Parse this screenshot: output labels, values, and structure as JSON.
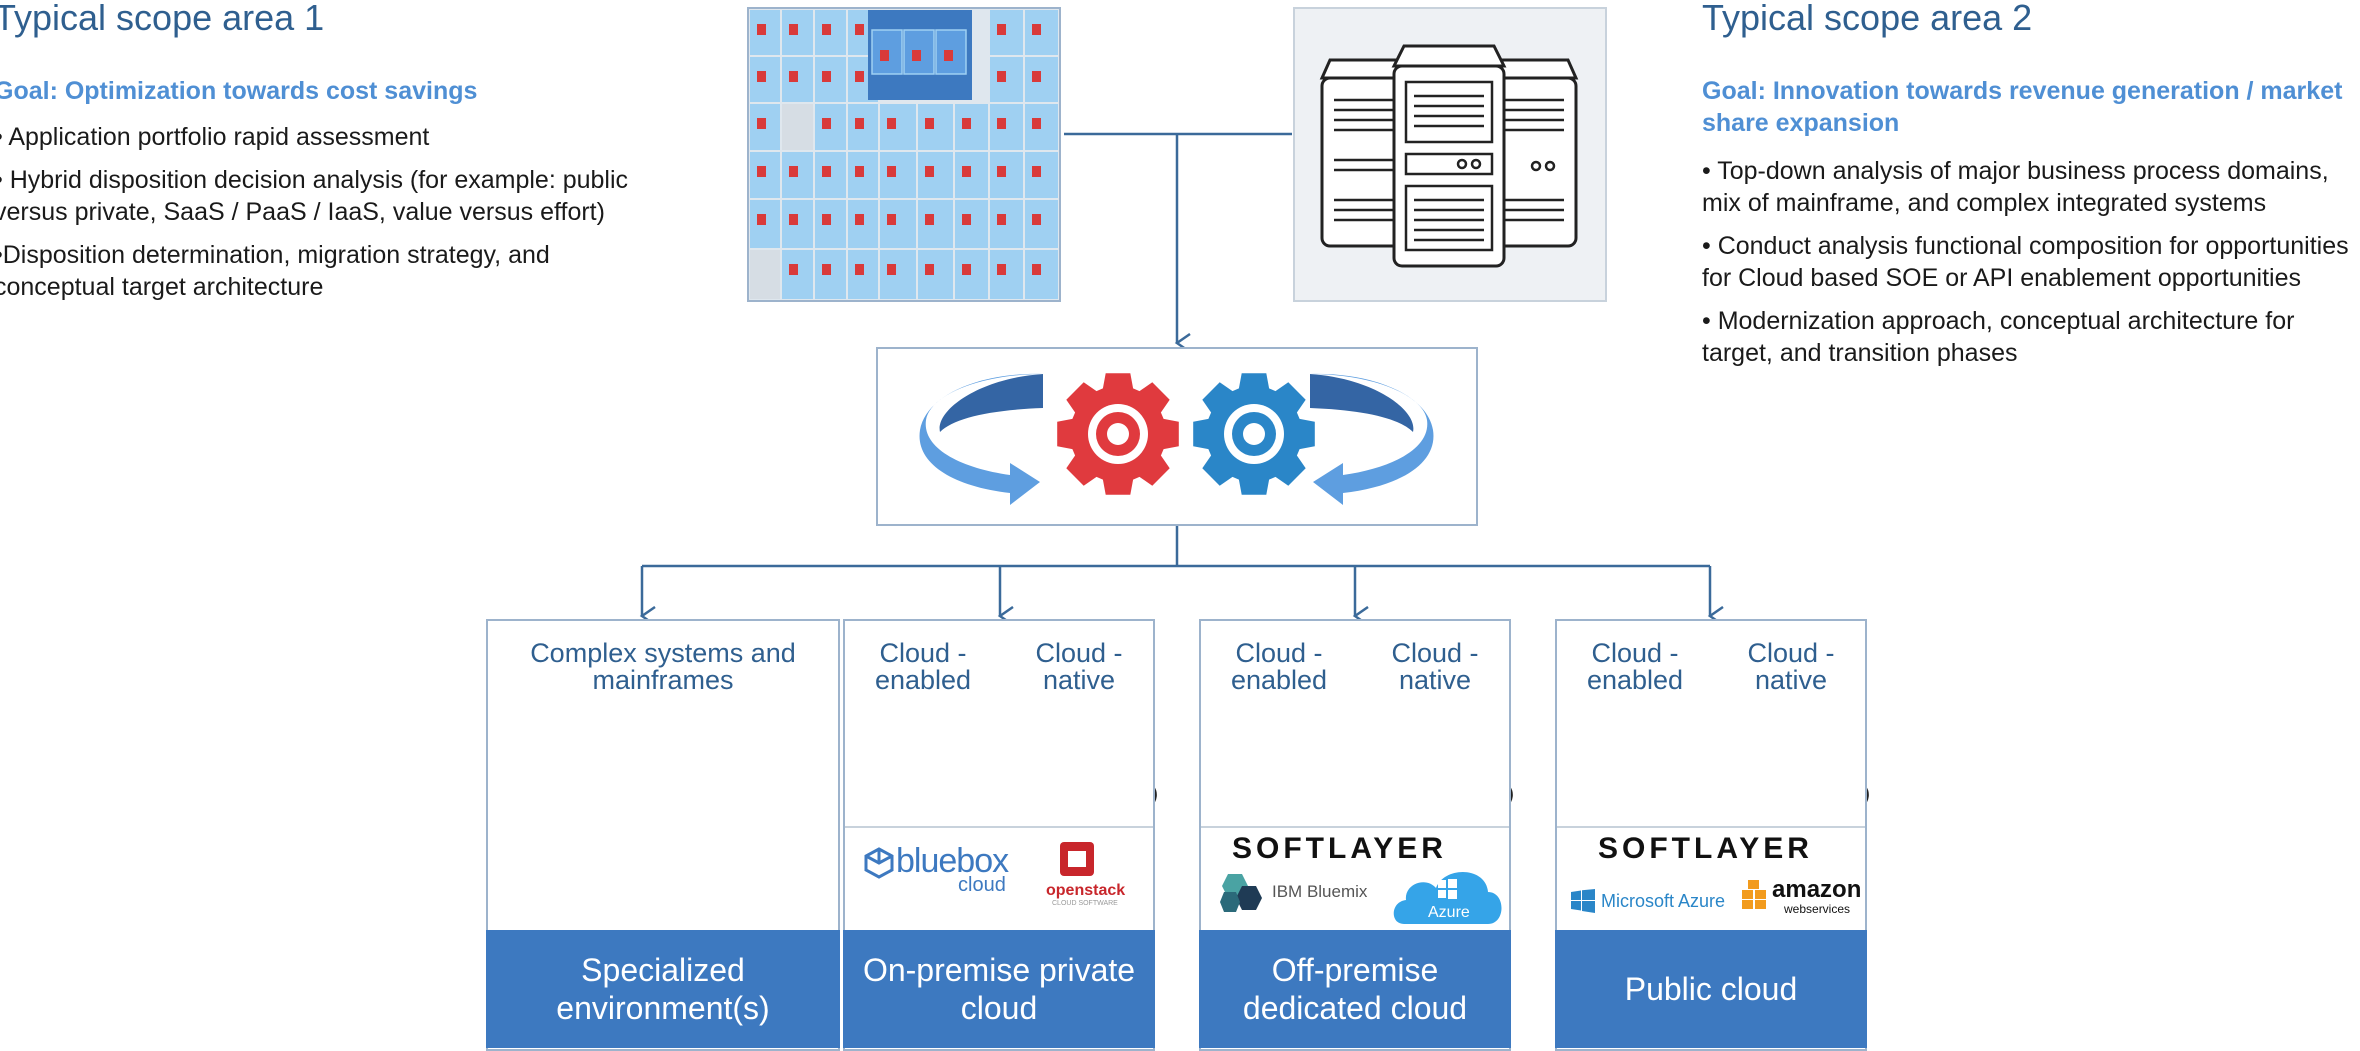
{
  "scope_area_1": {
    "title": "Typical scope area 1",
    "goal": "Goal: Optimization towards cost savings",
    "bullets": [
      "• Application portfolio rapid assessment",
      "• Hybrid disposition decision analysis (for example: public versus private, SaaS / PaaS / IaaS, value versus effort)",
      "•Disposition determination, migration strategy, and conceptual target architecture"
    ]
  },
  "scope_area_2": {
    "title": "Typical scope area 2",
    "goal": "Goal: Innovation towards revenue generation / market share expansion",
    "bullets": [
      "• Top-down analysis of major business process domains, mix of mainframe, and complex integrated systems",
      "• Conduct analysis functional composition for opportunities for Cloud based SOE or API enablement opportunities",
      "• Modernization approach, conceptual architecture for target, and transition phases"
    ]
  },
  "columns": {
    "specialized": {
      "heading": "Complex systems and mainframes",
      "footer": "Specialized environment(s)"
    },
    "on_premise": {
      "left_heading": "Cloud -enabled",
      "right_heading": "Cloud -native",
      "footer": "On-premise private cloud",
      "logo_bluebox": "bluebox",
      "logo_bluebox_sub": "cloud",
      "logo_openstack": "openstack",
      "logo_openstack_sub": "CLOUD SOFTWARE"
    },
    "off_premise": {
      "left_heading": "Cloud -enabled",
      "right_heading": "Cloud -native",
      "footer": "Off-premise dedicated cloud",
      "logo_softlayer": "SOFTLAYER",
      "logo_bluemix": "IBM Bluemix",
      "logo_azure": "Azure"
    },
    "public": {
      "left_heading": "Cloud -enabled",
      "right_heading": "Cloud -native",
      "footer": "Public cloud",
      "logo_softlayer": "SOFTLAYER",
      "logo_ms_azure": "Microsoft Azure",
      "logo_amazon": "amazon",
      "logo_amazon_sub": "webservices"
    }
  },
  "colors": {
    "title": "#2f5f8f",
    "goal": "#4f8fd4",
    "footer": "#3d79c0",
    "gear_red": "#e03a3e",
    "gear_blue": "#2a86c8",
    "connector": "#3b6a9a",
    "grid_cell": "#9fd0f2",
    "grid_marker": "#d93a3a"
  },
  "icons": [
    "server-rack-icon",
    "gear-icon",
    "cycle-arrow-icon",
    "cloud-gear-icon",
    "cloud-server-icon",
    "windows-icon"
  ]
}
